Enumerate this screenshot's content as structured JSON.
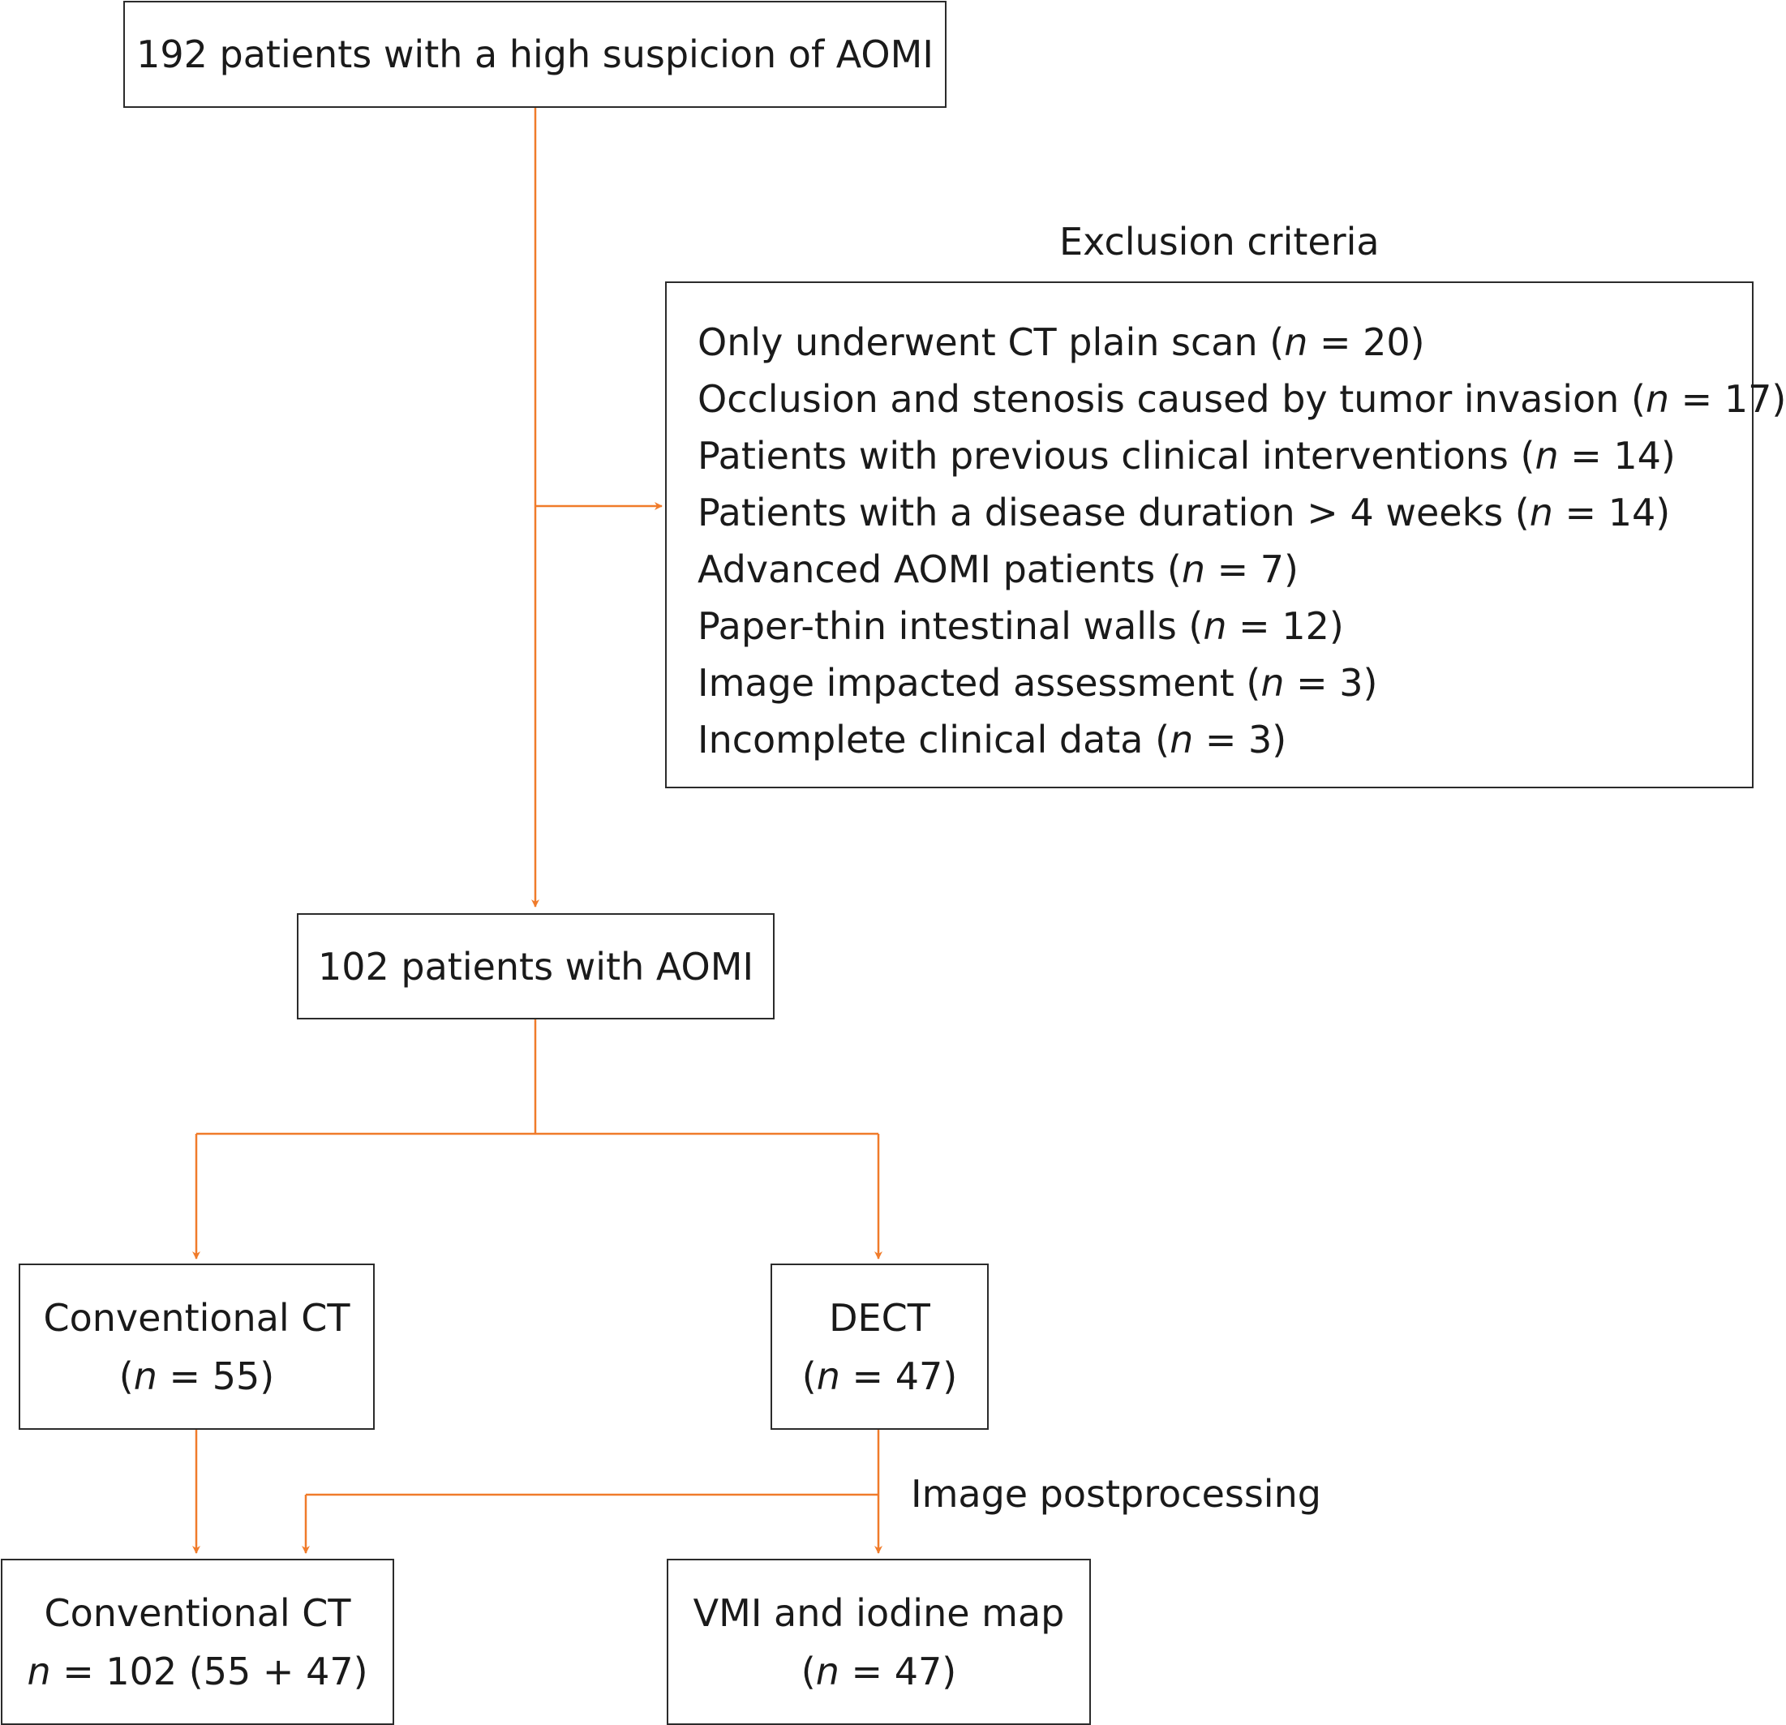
{
  "nodes": {
    "start": "192 patients with a high suspicion of AOMI",
    "cohort": "102 patients with AOMI",
    "conv": {
      "line1": "Conventional CT",
      "line2_open": "(",
      "line2_n": "n",
      "line2_rest": " = 55)"
    },
    "dect": {
      "line1": "DECT",
      "line2_open": "(",
      "line2_n": "n",
      "line2_rest": " = 47)"
    },
    "conv_final": {
      "line1": "Conventional CT",
      "line2_n": "n",
      "line2_rest": " = 102 (55 + 47)"
    },
    "vmi": {
      "line1": "VMI and iodine map",
      "line2_open": "(",
      "line2_n": "n",
      "line2_rest": " = 47)"
    }
  },
  "exclusion": {
    "title": "Exclusion criteria",
    "items": [
      {
        "text": "Only underwent CT plain scan (",
        "n": "n",
        "rest": " = 20)"
      },
      {
        "text": "Occlusion and stenosis caused by tumor invasion (",
        "n": "n",
        "rest": " = 17)"
      },
      {
        "text": "Patients with previous clinical interventions (",
        "n": "n",
        "rest": " = 14)"
      },
      {
        "text": "Patients with a disease duration > 4 weeks (",
        "n": "n",
        "rest": " = 14)"
      },
      {
        "text": "Advanced AOMI patients (",
        "n": "n",
        "rest": " = 7)"
      },
      {
        "text": "Paper-thin intestinal walls (",
        "n": "n",
        "rest": " = 12)"
      },
      {
        "text": "Image impacted assessment (",
        "n": "n",
        "rest": " = 3)"
      },
      {
        "text": "Incomplete clinical data (",
        "n": "n",
        "rest": " = 3)"
      }
    ]
  },
  "edge_label": "Image postprocessing",
  "colors": {
    "arrow": "#f07b2a",
    "border": "#2b2b2b",
    "text": "#1a1a1a"
  }
}
